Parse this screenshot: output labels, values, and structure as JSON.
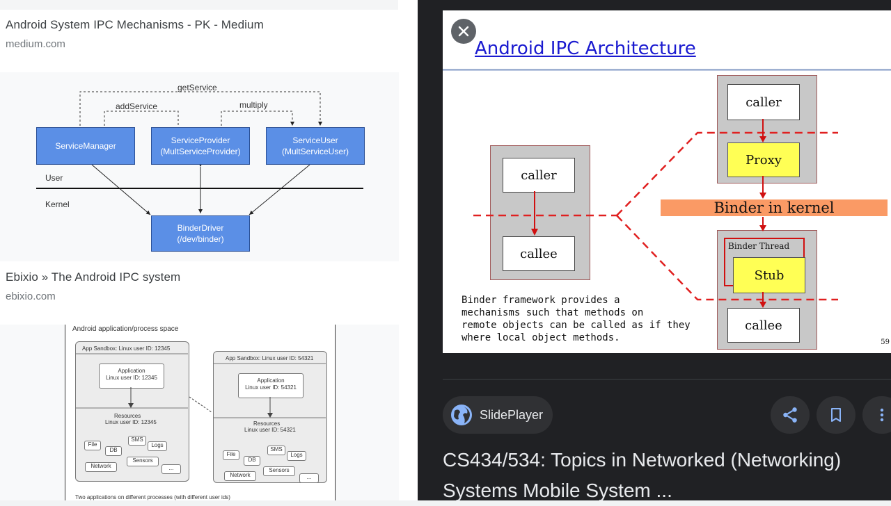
{
  "results": [
    {
      "title": "Android System IPC Mechanisms - PK - Medium",
      "domain": "medium.com"
    },
    {
      "title": "Ebixio » The Android IPC system",
      "domain": "ebixio.com"
    }
  ],
  "diagram1": {
    "get_service": "getService",
    "add_service": "addService",
    "multiply": "multiply",
    "service_manager": "ServiceManager",
    "service_provider": "ServiceProvider\n(MultServiceProvider)",
    "service_user": "ServiceUser\n(MultServiceUser)",
    "user_label": "User",
    "kernel_label": "Kernel",
    "binder_driver": "BinderDriver\n(/dev/binder)"
  },
  "diagram2": {
    "space_title": "Android application/process space",
    "sandbox_a": "App Sandbox: Linux user ID: 12345",
    "sandbox_b": "App Sandbox: Linux user ID: 54321",
    "app_a_line1": "Application",
    "app_a_line2": "Linux user ID: 12345",
    "app_b_line1": "Application",
    "app_b_line2": "Linux user ID: 54321",
    "res_a_line1": "Resources",
    "res_a_line2": "Linux user ID: 12345",
    "res_b_line1": "Resources",
    "res_b_line2": "Linux user ID: 54321",
    "file": "File",
    "db": "DB",
    "sms": "SMS",
    "logs": "Logs",
    "network": "Network",
    "sensors": "Sensors",
    "more": "...",
    "caption": "Two applications on different processes (with different user ids)"
  },
  "slide": {
    "title": "Android IPC Architecture",
    "caller_left": "caller",
    "callee_left": "callee",
    "caller_right": "caller",
    "proxy": "Proxy",
    "binder_kernel": "Binder in kernel",
    "binder_thread": "Binder Thread",
    "stub": "Stub",
    "callee_right": "callee",
    "note_lines": [
      "Binder framework provides a",
      "mechanisms such that methods on",
      "remote objects can be called as if they",
      "where local object methods."
    ],
    "page_number": "59"
  },
  "panel": {
    "source_name": "SlidePlayer",
    "headline": "CS434/534: Topics in Networked (Networking) Systems Mobile System ...",
    "icons": {
      "close": "close-icon",
      "globe": "globe-icon",
      "share": "share-icon",
      "bookmark": "bookmark-icon",
      "more": "more-vert-icon"
    }
  },
  "colors": {
    "panel_bg": "#202124",
    "chip_bg": "#303134",
    "link_blue": "#1a1ad0",
    "binder_orange": "#fa9a65",
    "box_yellow": "#ffff55",
    "dashed_red": "#e02020"
  }
}
